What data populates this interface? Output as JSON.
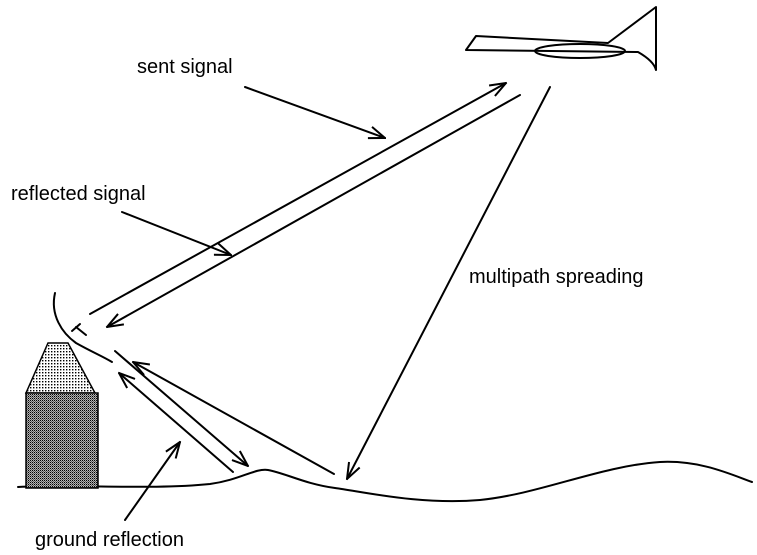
{
  "labels": {
    "sent_signal": "sent signal",
    "reflected_signal": "reflected signal",
    "multipath_spreading": "multipath spreading",
    "ground_reflection": "ground reflection"
  },
  "colors": {
    "ink": "#000000",
    "background": "#ffffff"
  }
}
